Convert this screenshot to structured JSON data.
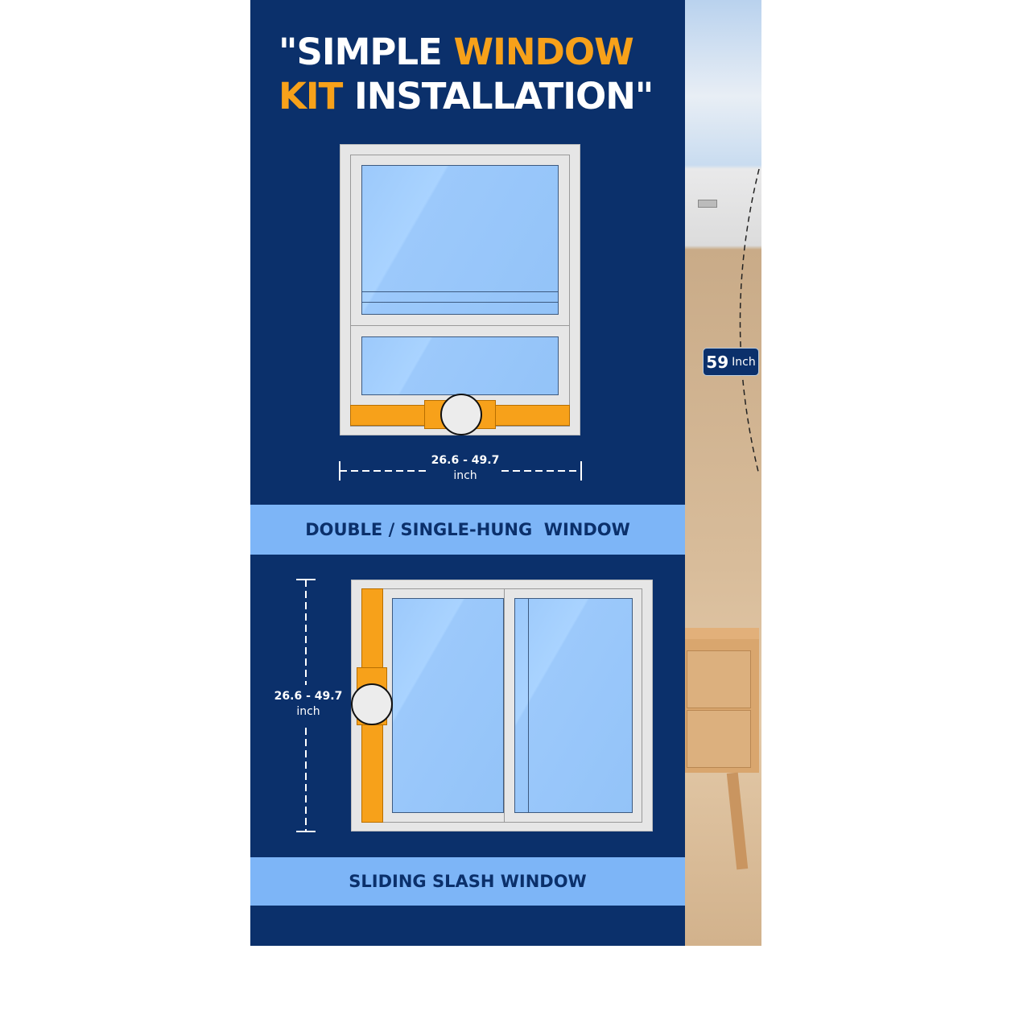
{
  "title": {
    "line1_white": "\"SIMPLE ",
    "line1_orange": "WINDOW",
    "line2_orange": "KIT",
    "line2_white": " INSTALLATION\""
  },
  "window1": {
    "range": "26.6 - 49.7",
    "unit": "inch",
    "label": "DOUBLE / SINGLE-HUNG  WINDOW"
  },
  "window2": {
    "range": "26.6 - 49.7",
    "unit": "inch",
    "label": "SLIDING SLASH WINDOW"
  },
  "photo": {
    "height_value": "59",
    "height_unit": "Inch"
  },
  "colors": {
    "navy": "#0b306b",
    "band": "#7db5f7",
    "orange": "#f7a11a",
    "glass": "#9cc9fb"
  }
}
